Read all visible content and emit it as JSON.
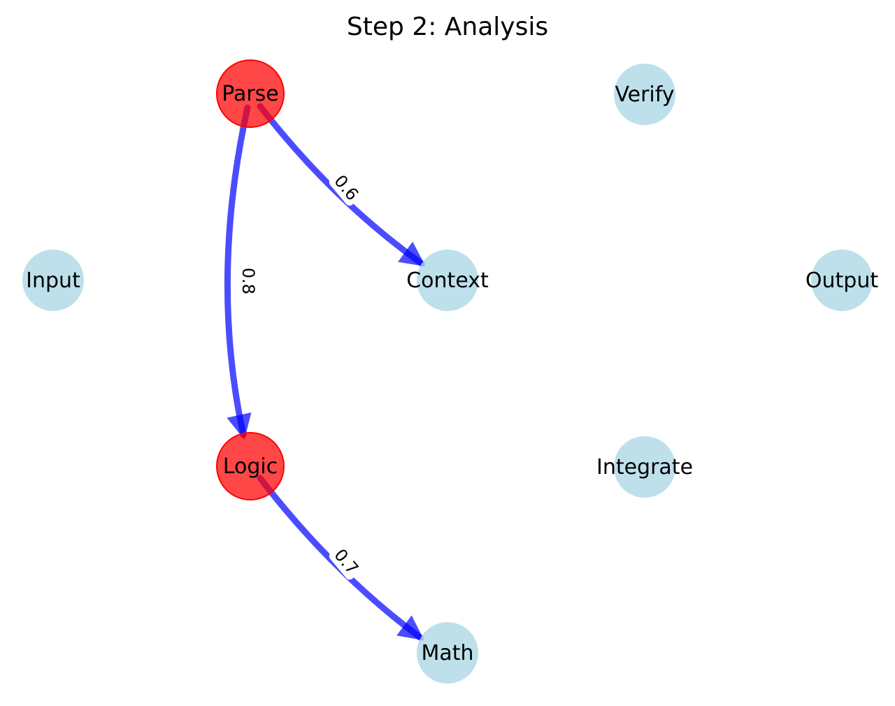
{
  "title": "Step 2: Analysis",
  "colors": {
    "node_default": "#add8e6",
    "node_active": "#ff0000",
    "edge": "#0000ff",
    "label_bg": "#ffffff"
  },
  "nodes": [
    {
      "id": "input",
      "label": "Input",
      "active": false
    },
    {
      "id": "parse",
      "label": "Parse",
      "active": true
    },
    {
      "id": "verify",
      "label": "Verify",
      "active": false
    },
    {
      "id": "context",
      "label": "Context",
      "active": false
    },
    {
      "id": "output",
      "label": "Output",
      "active": false
    },
    {
      "id": "logic",
      "label": "Logic",
      "active": true
    },
    {
      "id": "integrate",
      "label": "Integrate",
      "active": false
    },
    {
      "id": "math",
      "label": "Math",
      "active": false
    }
  ],
  "edges": [
    {
      "from": "parse",
      "to": "context",
      "weight": "0.6"
    },
    {
      "from": "parse",
      "to": "logic",
      "weight": "0.8"
    },
    {
      "from": "logic",
      "to": "math",
      "weight": "0.7"
    }
  ]
}
